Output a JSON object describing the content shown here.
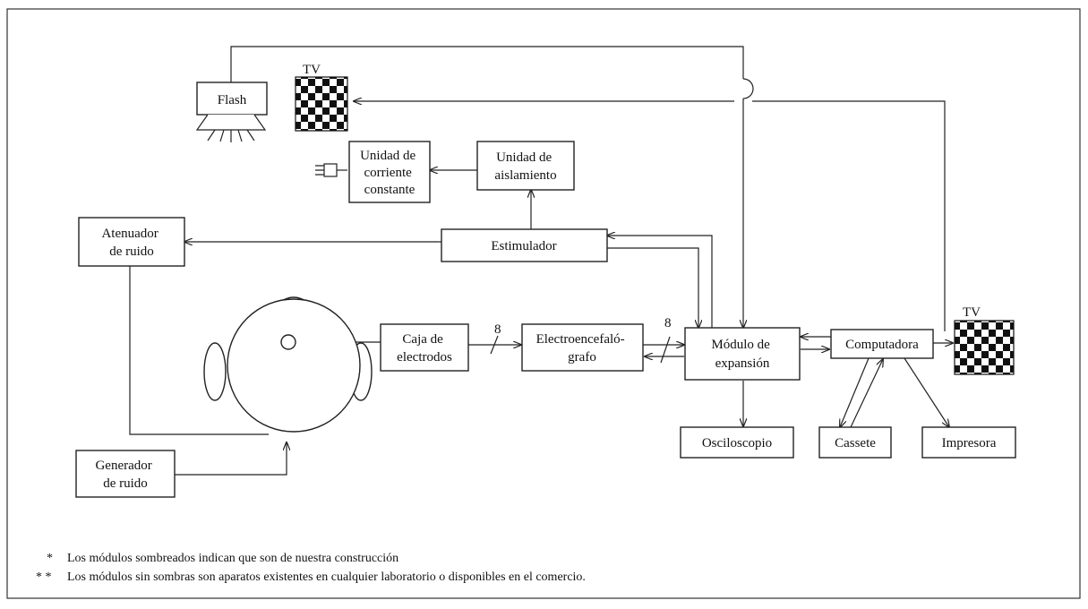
{
  "diagram": {
    "blocks": {
      "flash": "Flash",
      "tv_top_label": "TV",
      "unidad_corriente": [
        "Unidad de",
        "corriente",
        "constante"
      ],
      "unidad_aislamiento": [
        "Unidad de",
        "aislamiento"
      ],
      "atenuador": [
        "Atenuador",
        "de ruido"
      ],
      "estimulador": "Estimulador",
      "caja_electrodos": [
        "Caja de",
        "electrodos"
      ],
      "electroencefalografo": [
        "Electroencefaló-",
        "grafo"
      ],
      "modulo_expansion": [
        "Módulo de",
        "expansión"
      ],
      "computadora": "Computadora",
      "tv_right_label": "TV",
      "osciloscopio": "Osciloscopio",
      "cassete": "Cassete",
      "impresora": "Impresora",
      "generador": [
        "Generador",
        "de ruido"
      ]
    },
    "bus_label_1": "8",
    "bus_label_2": "8"
  },
  "footnotes": [
    {
      "marker": "*",
      "text": "Los módulos sombreados indican que son de nuestra construcción"
    },
    {
      "marker": "* *",
      "text": "Los módulos sin sombras son aparatos existentes en cualquier laboratorio o disponibles en el comercio."
    }
  ]
}
